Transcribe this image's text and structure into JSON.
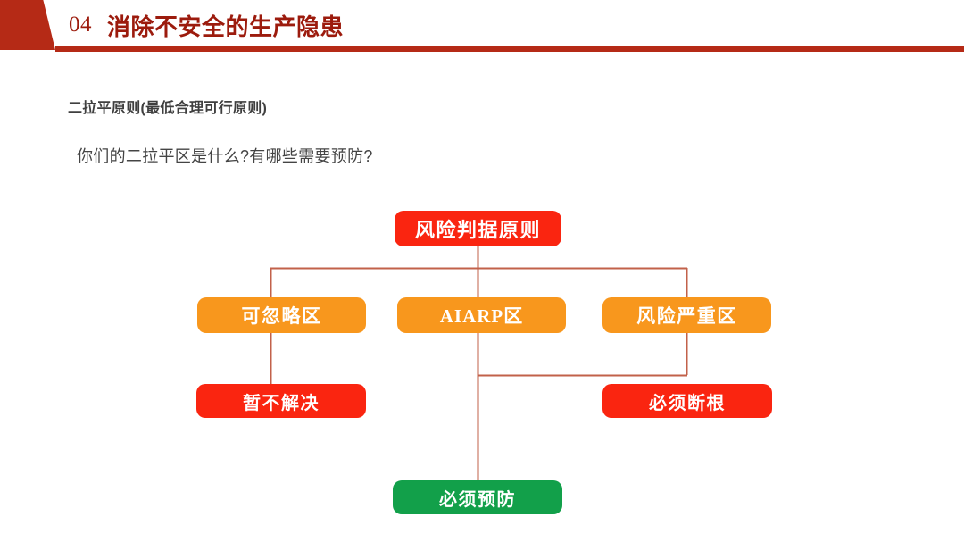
{
  "header": {
    "number": "04",
    "heading": "消除不安全的生产隐患",
    "accent_color": "#b52a16",
    "title_color": "#9c1b0d"
  },
  "lead": {
    "title": "二拉平原则(最低合理可行原则)",
    "question": "你们的二拉平区是什么?有哪些需要预防?"
  },
  "flowchart": {
    "colors": {
      "red": "#fa2510",
      "orange": "#f8971d",
      "green": "#12a04a",
      "connector": "#c2614a"
    },
    "nodes": {
      "root": "风险判据原则",
      "branch_1": "可忽略区",
      "branch_2": "AIARP区",
      "branch_3": "风险严重区",
      "action_1": "暂不解决",
      "action_2": "必须断根",
      "action_3": "必须预防"
    }
  }
}
